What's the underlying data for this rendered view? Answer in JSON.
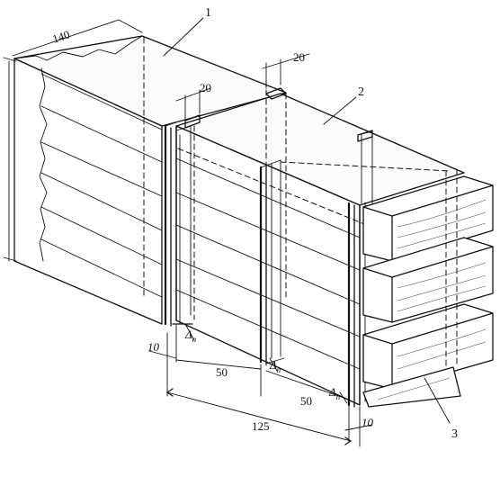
{
  "diagram": {
    "callouts": [
      {
        "id": "1",
        "text": "1"
      },
      {
        "id": "2",
        "text": "2"
      },
      {
        "id": "3",
        "text": "3"
      }
    ],
    "dimensions": {
      "width_total": "140",
      "gap_top_1": "20",
      "gap_top_2": "20",
      "offset_left": "10",
      "offset_right": "10",
      "span_1": "50",
      "span_2": "50",
      "span_total": "125"
    },
    "deltas": {
      "symbol": "Δ",
      "subscript": "п"
    }
  }
}
